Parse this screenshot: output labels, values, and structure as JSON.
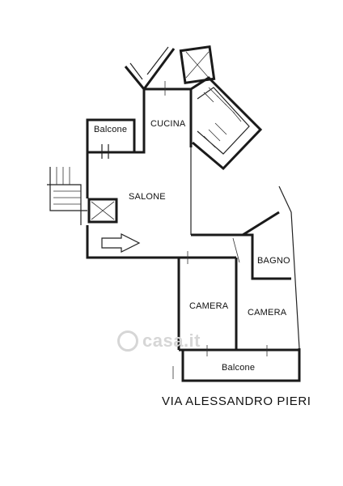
{
  "rooms": {
    "cucina": "CUCINA",
    "salone": "SALONE",
    "balcone_top": "Balcone",
    "bagno": "BAGNO",
    "camera_left": "CAMERA",
    "camera_right": "CAMERA",
    "balcone_bottom": "Balcone"
  },
  "street_label": "VIA ALESSANDRO PIERI",
  "watermark": "casa.it"
}
